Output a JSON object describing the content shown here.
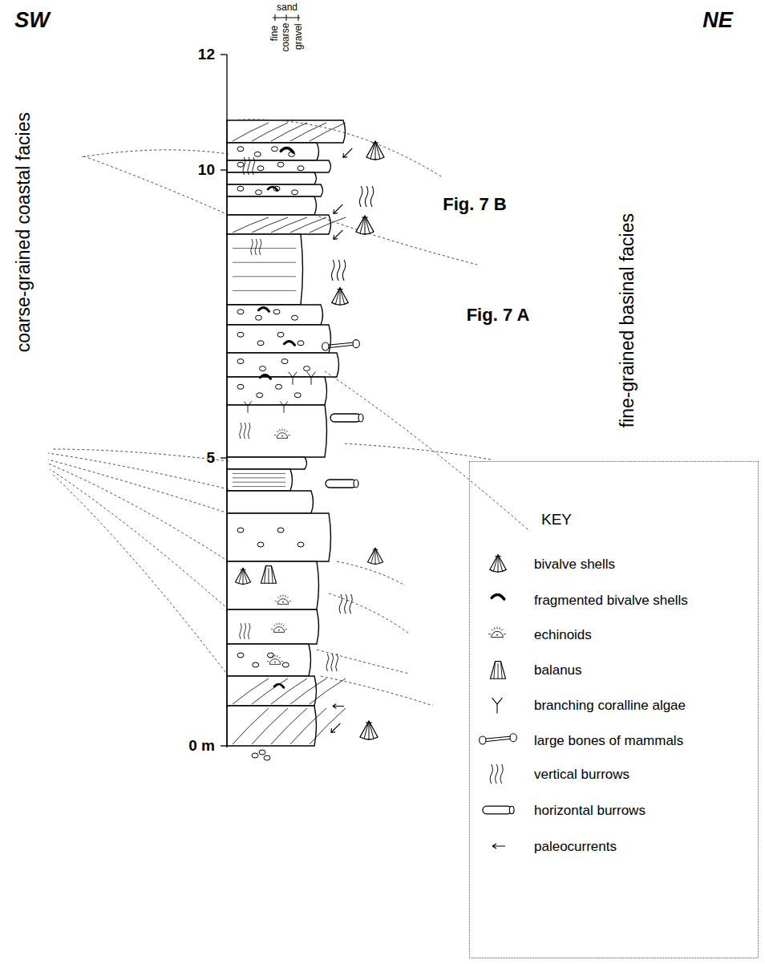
{
  "diagram": {
    "nodes": [
      {
        "text": [
          "KEY"
        ]
      }
    ],
    "labels": [
      "SW",
      "NE",
      "sand",
      "fine",
      "coarse",
      "gravel",
      "12",
      "10",
      "5",
      "0 m",
      "coarse-grained coastal facies",
      "fine-grained basinal facies",
      "Fig. 7 B",
      "Fig. 7 A"
    ],
    "legend": [
      {
        "text": "bivalve shells"
      },
      {
        "text": "fragmented bivalve shells"
      },
      {
        "text": "echinoids"
      },
      {
        "text": "balanus"
      },
      {
        "text": "branching coralline algae"
      },
      {
        "text": "large bones of mammals"
      },
      {
        "text": "vertical burrows"
      },
      {
        "text": "horizontal burrows"
      },
      {
        "text": "paleocurrents"
      }
    ]
  }
}
